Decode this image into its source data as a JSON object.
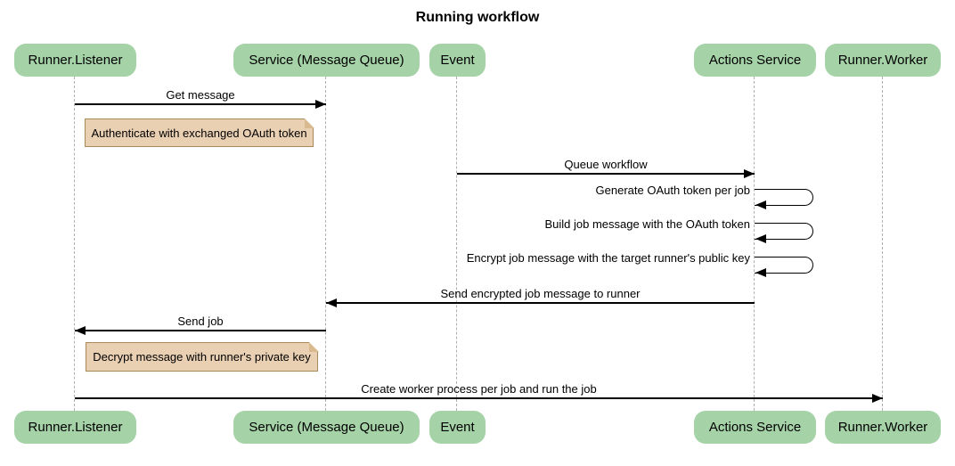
{
  "title": "Running workflow",
  "participants": [
    {
      "id": "runner-listener",
      "label": "Runner.Listener"
    },
    {
      "id": "service-message-queue",
      "label": "Service (Message Queue)"
    },
    {
      "id": "event",
      "label": "Event"
    },
    {
      "id": "actions-service",
      "label": "Actions Service"
    },
    {
      "id": "runner-worker",
      "label": "Runner.Worker"
    }
  ],
  "sequence": [
    {
      "type": "arrow",
      "from": "runner-listener",
      "to": "service-message-queue",
      "label": "Get message"
    },
    {
      "type": "note",
      "over": "runner-listener",
      "label": "Authenticate with exchanged OAuth token"
    },
    {
      "type": "arrow",
      "from": "event",
      "to": "actions-service",
      "label": "Queue workflow"
    },
    {
      "type": "self",
      "on": "actions-service",
      "label": "Generate OAuth token per job"
    },
    {
      "type": "self",
      "on": "actions-service",
      "label": "Build job message with the OAuth token"
    },
    {
      "type": "self",
      "on": "actions-service",
      "label": "Encrypt job message with the target runner's public key"
    },
    {
      "type": "arrow",
      "from": "actions-service",
      "to": "service-message-queue",
      "label": "Send encrypted job message to runner"
    },
    {
      "type": "arrow",
      "from": "service-message-queue",
      "to": "runner-listener",
      "label": "Send job"
    },
    {
      "type": "note",
      "over": "runner-listener",
      "label": "Decrypt message with runner's private key"
    },
    {
      "type": "arrow",
      "from": "runner-listener",
      "to": "runner-worker",
      "label": "Create worker process per job and run the job"
    }
  ],
  "colors": {
    "background": "#ffffff",
    "actor_fill": "#a5d3a7",
    "note_fill": "#ead0b3",
    "note_border": "#a9885a",
    "message_line": "#000000",
    "lifeline": "#b0b0b0",
    "text": "#000000"
  }
}
